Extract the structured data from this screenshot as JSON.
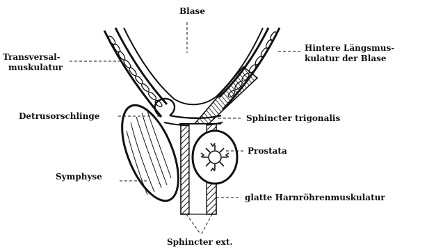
{
  "labels": {
    "blase": "Blase",
    "transversal_line1": "Transversal-",
    "transversal_line2": "muskulatur",
    "hintere_line1": "Hintere Längsmus-",
    "hintere_line2": "kulatur der Blase",
    "detrusorschlinge": "Detrusorschlinge",
    "sphincter_trigonalis": "Sphincter trigonalis",
    "prostata": "Prostata",
    "symphyse": "Symphyse",
    "glatte_harnroehrenmuskulatur": "glatte Harnröhrenmuskulatur",
    "sphincter_ext": "Sphincter ext."
  },
  "colors": {
    "ink": "#111111",
    "paper": "#ffffff"
  }
}
